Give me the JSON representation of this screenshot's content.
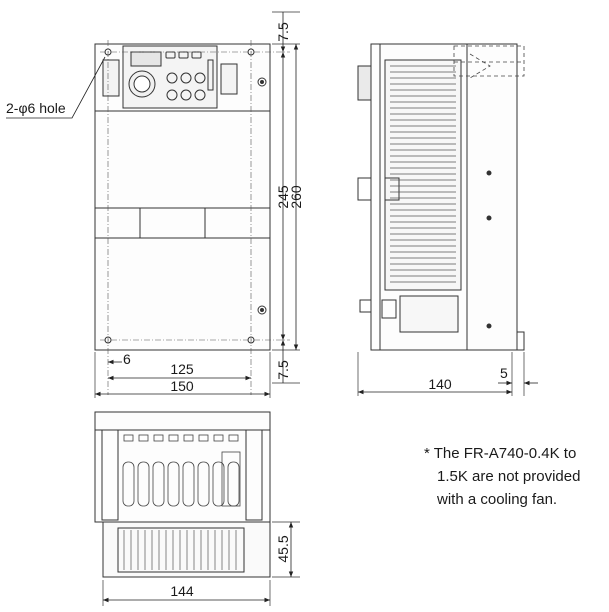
{
  "labels": {
    "hole": "2-φ6 hole",
    "dim_top_offset": "7.5",
    "dim_bottom_offset": "7.5",
    "dim_hole_spacing_v": "245",
    "dim_height": "260",
    "dim_hole_inset": "6",
    "dim_hole_spacing_h": "125",
    "dim_width": "150",
    "dim_depth": "140",
    "dim_side_offset": "5",
    "dim_bottom_height": "45.5",
    "dim_bottom_width": "144"
  },
  "note": {
    "line1": "* The FR-A740-0.4K to",
    "line2": "1.5K are not provided",
    "line3": "with a cooling fan."
  }
}
